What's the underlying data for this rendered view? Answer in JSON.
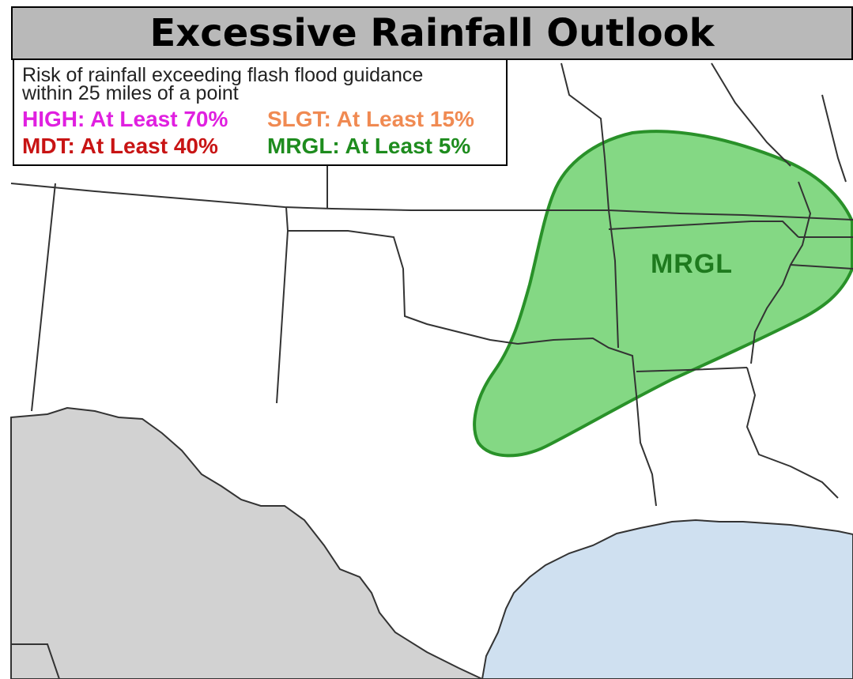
{
  "title": "Excessive Rainfall Outlook",
  "legend": {
    "description_line1": "Risk of rainfall exceeding flash flood guidance",
    "description_line2": "within 25 miles of a point",
    "categories": [
      {
        "label": "HIGH: At Least 70%",
        "color": "#e020e0"
      },
      {
        "label": "SLGT: At Least 15%",
        "color": "#f08a52"
      },
      {
        "label": "MDT: At Least 40%",
        "color": "#c81414"
      },
      {
        "label": "MRGL: At Least 5%",
        "color": "#1e8c1e"
      }
    ]
  },
  "map": {
    "risk_area_label": "MRGL",
    "risk_area_fill": "#7ed67e",
    "risk_area_stroke": "#1e8c1e",
    "risk_label_color": "#1e7a1e",
    "land_color": "#ffffff",
    "mexico_color": "#d2d2d2",
    "gulf_color": "#cfe0f0",
    "border_color": "#333333"
  }
}
